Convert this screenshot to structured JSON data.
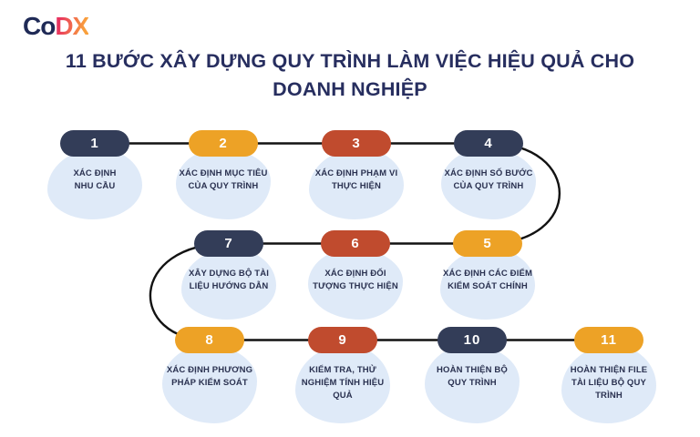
{
  "logo": {
    "text_primary": "Co",
    "text_accent": "DX"
  },
  "title": "11 BƯỚC XÂY DỰNG QUY TRÌNH LÀM VIỆC HIỆU QUẢ CHO\nDOANH NGHIỆP",
  "colors": {
    "title_navy": "#272e5f",
    "pill_navy": "#333d58",
    "pill_orange": "#eda226",
    "pill_red": "#c04b2e",
    "blob_light_blue": "#dfeaf8",
    "label_navy": "#2a3150",
    "connector_black": "#121212",
    "logo_gradient_start": "#e8325f",
    "logo_gradient_end": "#f9a03c"
  },
  "steps": [
    {
      "number": "1",
      "label": "XÁC ĐỊNH\nNHU CẦU"
    },
    {
      "number": "2",
      "label": "XÁC ĐỊNH MỤC TIÊU\nCỦA QUY TRÌNH"
    },
    {
      "number": "3",
      "label": "XÁC ĐỊNH PHẠM VI\nTHỰC HIỆN"
    },
    {
      "number": "4",
      "label": "XÁC ĐỊNH SỐ BƯỚC\nCỦA QUY TRÌNH"
    },
    {
      "number": "5",
      "label": "XÁC ĐỊNH CÁC ĐIỂM\nKIỂM SOÁT CHÍNH"
    },
    {
      "number": "6",
      "label": "XÁC ĐỊNH ĐỐI\nTƯỢNG THỰC HIỆN"
    },
    {
      "number": "7",
      "label": "XÂY DỰNG BỘ TÀI\nLIỆU HƯỚNG DẪN"
    },
    {
      "number": "8",
      "label": "XÁC ĐỊNH PHƯƠNG\nPHÁP KIỂM SOÁT"
    },
    {
      "number": "9",
      "label": "KIỂM TRA, THỬ\nNGHIỆM TÍNH HIỆU\nQUẢ"
    },
    {
      "number": "10",
      "label": "HOÀN THIỆN BỘ\nQUY TRÌNH"
    },
    {
      "number": "11",
      "label": "HOÀN THIỆN FILE\nTÀI LIỆU BỘ QUY\nTRÌNH"
    }
  ]
}
